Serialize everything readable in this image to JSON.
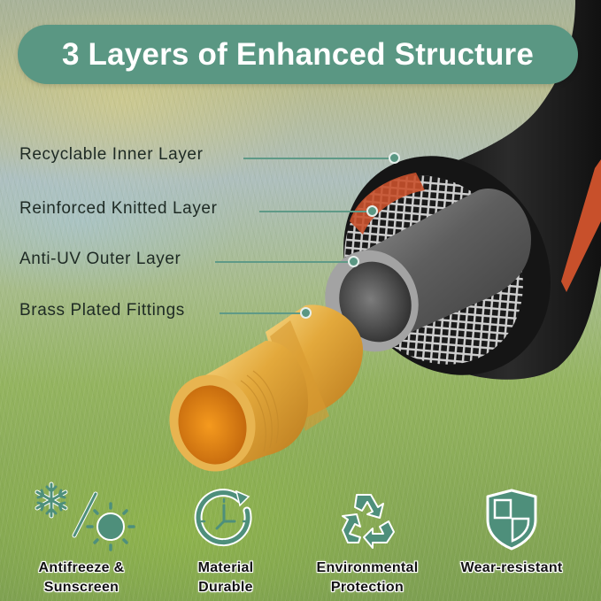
{
  "banner": {
    "title": "3 Layers of Enhanced Structure",
    "background_color": "#5a9783",
    "text_color": "#ffffff"
  },
  "callouts": [
    {
      "label": "Recyclable Inner Layer"
    },
    {
      "label": "Reinforced Knitted Layer"
    },
    {
      "label": "Anti-UV Outer Layer"
    },
    {
      "label": "Brass Plated Fittings"
    }
  ],
  "features": [
    {
      "icon": "snowflake-sun-icon",
      "line1": "Antifreeze &",
      "line2": "Sunscreen"
    },
    {
      "icon": "clock-rotate-icon",
      "line1": "Material",
      "line2": "Durable"
    },
    {
      "icon": "recycle-icon",
      "line1": "Environmental",
      "line2": "Protection"
    },
    {
      "icon": "shield-icon",
      "line1": "Wear-resistant",
      "line2": ""
    }
  ],
  "colors": {
    "accent_green": "#5a9783",
    "hose_black": "#1c1c1c",
    "inner_tube_gray": "#6f6f6f",
    "stripe_orange": "#c8502b",
    "brass": "#e2a73a"
  }
}
